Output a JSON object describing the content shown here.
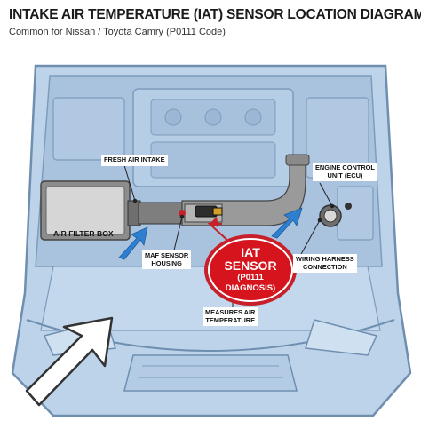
{
  "header": {
    "title": "INTAKE AIR TEMPERATURE (IAT) SENSOR LOCATION DIAGRAM",
    "subtitle": "Common for Nissan / Toyota Camry (P0111 Code)"
  },
  "labels": {
    "fresh_air_intake": "FRESH AIR INTAKE",
    "ecu_line1": "ENGINE CONTROL",
    "ecu_line2": "UNIT (ECU)",
    "air_filter_box": "AIR FILTER BOX",
    "maf_line1": "MAF SENSOR",
    "maf_line2": "HOUSING",
    "wiring_line1": "WIRING HARNESS",
    "wiring_line2": "CONNECTION",
    "measures_line1": "MEASURES AIR",
    "measures_line2": "TEMPERATURE"
  },
  "badge": {
    "line1": "IAT",
    "line2": "SENSOR",
    "line3": "(P0111",
    "line4": "DIAGNOSIS)"
  },
  "colors": {
    "car_fill": "#bcd3ea",
    "car_line": "#6f8fb0",
    "engine_fill": "#a9c3de",
    "pipe": "#8e8e8e",
    "flow_arrow": "#2f7fd0",
    "badge_red": "#d5141e",
    "label_red": "#c8202a",
    "big_arrow_fill": "#ffffff",
    "big_arrow_stroke": "#333333"
  },
  "icons": [
    "flow-arrow-icon",
    "pointer-arrow-icon",
    "sensor-connector-icon"
  ]
}
